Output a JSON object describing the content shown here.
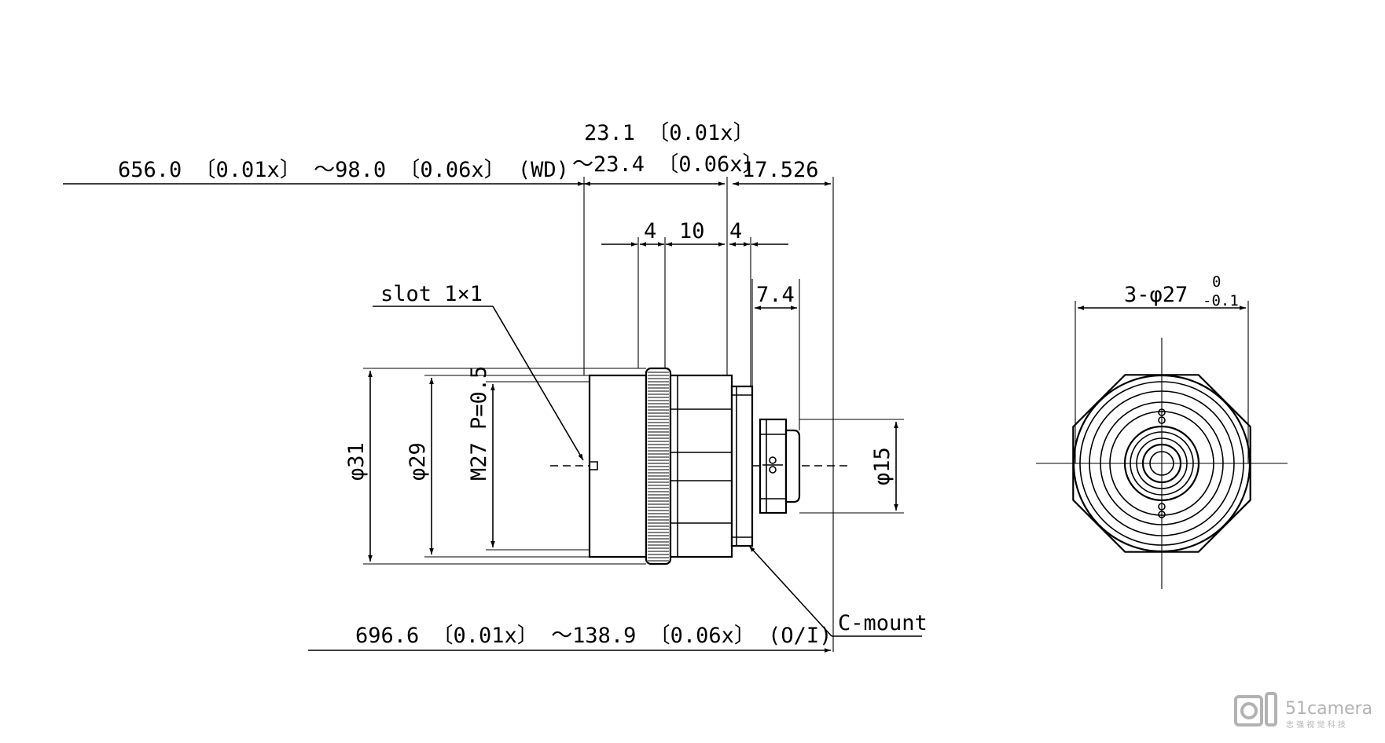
{
  "labels": {
    "dim_23_1": "23.1 〔0.01x〕",
    "dim_23_4": "～23.4 〔0.06x〕",
    "dim_17_526": "17.526",
    "dim_wd": "656.0 〔0.01x〕 ～98.0 〔0.06x〕 (WD)",
    "dim_4_left": "4",
    "dim_10": "10",
    "dim_4_right": "4",
    "dim_7_4": "7.4",
    "slot": "slot 1×1",
    "phi31": "φ31",
    "phi29": "φ29",
    "thread": "M27 P=0.5",
    "phi15": "φ15",
    "cmount": "C-mount",
    "dim_oi": "696.6 〔0.01x〕 ～138.9 〔0.06x〕 (O/I)",
    "hex": "3-φ27",
    "tol_upper": "0",
    "tol_lower": "-0.1"
  },
  "watermark": {
    "brand": "51camera",
    "tagline": "志 强 视 觉 科 技"
  }
}
